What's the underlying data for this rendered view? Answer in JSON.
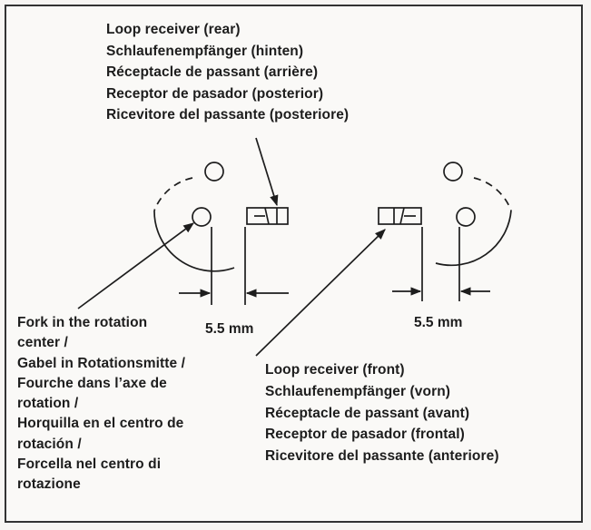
{
  "labels": {
    "loop_receiver_rear": [
      "Loop receiver (rear)",
      "Schlaufenempfänger (hinten)",
      "Réceptacle de passant (arrière)",
      "Receptor de pasador (posterior)",
      "Ricevitore del passante (posteriore)"
    ],
    "fork_rotation_center": [
      "Fork in the rotation",
      "center /",
      "Gabel in Rotationsmitte /",
      "Fourche dans l’axe de",
      "rotation /",
      "Horquilla en el centro de",
      "rotación /",
      "Forcella nel centro di",
      "rotazione"
    ],
    "loop_receiver_front": [
      "Loop receiver (front)",
      "Schlaufenempfänger (vorn)",
      "Réceptacle de passant (avant)",
      "Receptor de pasador (frontal)",
      "Ricevitore del passante (anteriore)"
    ]
  },
  "dimensions": {
    "left": "5.5 mm",
    "right": "5.5 mm"
  },
  "colors": {
    "line": "#1d1d1d",
    "background": "#faf9f7",
    "border": "#333333"
  }
}
